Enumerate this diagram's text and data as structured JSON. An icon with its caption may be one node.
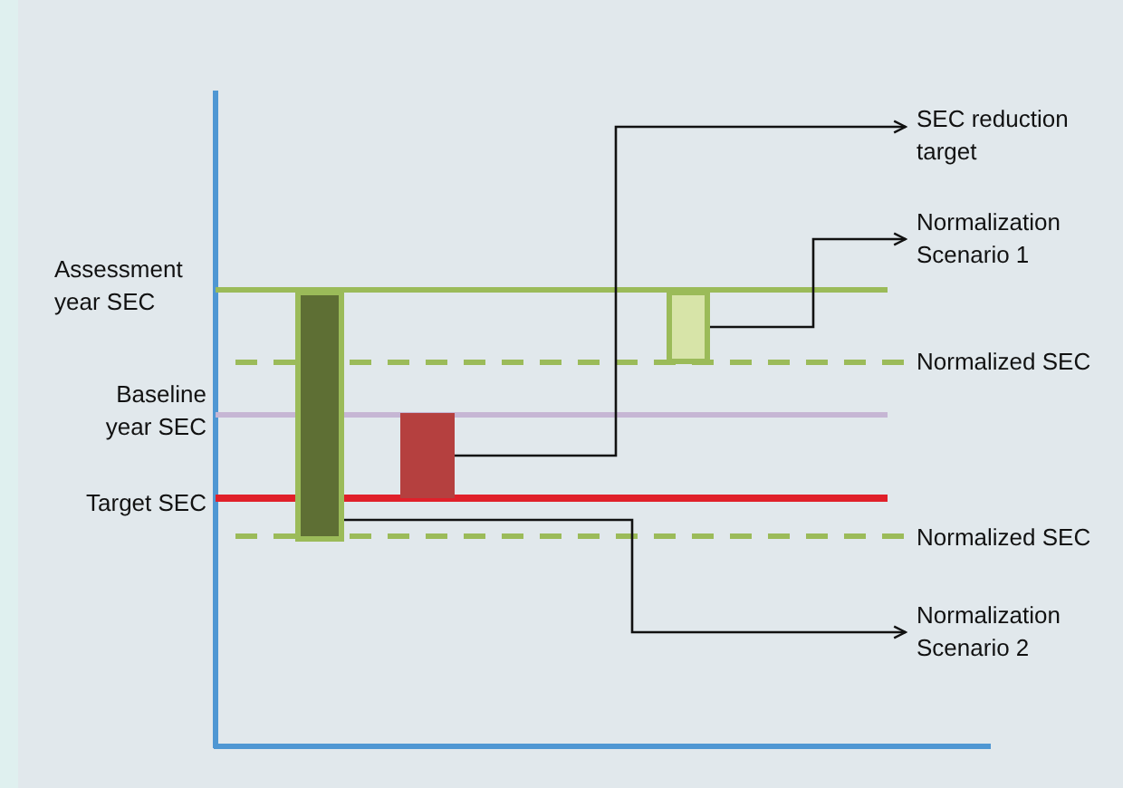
{
  "diagram": {
    "nodes": [
      {
        "text": [
          "SEC reduction target"
        ]
      },
      {
        "text": [
          "Normalization Scenario 1"
        ]
      },
      {
        "text": [
          "Normalization Scenario 2"
        ]
      },
      {
        "text": [],
        "shape": "bar"
      },
      {
        "text": [],
        "shape": "bar"
      },
      {
        "text": [],
        "shape": "bar"
      }
    ],
    "edges": [
      {
        "from": 4,
        "to": 0,
        "arrow": "to"
      },
      {
        "from": 5,
        "to": 1,
        "arrow": "to"
      },
      {
        "from": 3,
        "to": 2,
        "arrow": "to"
      }
    ],
    "labels": [
      "Assessment year SEC",
      "Normalized SEC",
      "Baseline year SEC",
      "Target SEC",
      "Normalized SEC"
    ]
  }
}
